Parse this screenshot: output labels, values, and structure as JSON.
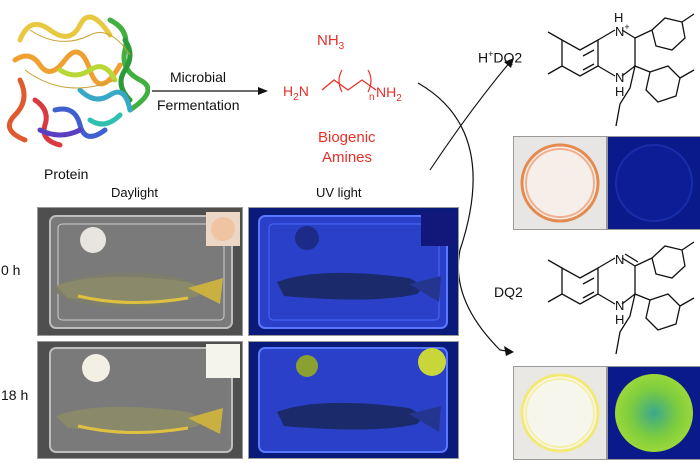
{
  "protein": {
    "label": "Protein"
  },
  "process": {
    "line1": "Microbial",
    "line2": "Fermentation"
  },
  "amines": {
    "ammonia": "NH",
    "ammonia_sub": "3",
    "diamine_left": "H",
    "diamine_left_sub": "2",
    "diamine_left_tail": "N",
    "diamine_n": "n",
    "diamine_right": "NH",
    "diamine_right_sub": "2",
    "name_line1": "Biogenic",
    "name_line2": "Amines"
  },
  "photos": {
    "daylight_label": "Daylight",
    "uv_label": "UV light",
    "row1_label": "0 h",
    "row2_label": "18 h"
  },
  "structures": {
    "protonated": {
      "name": "H",
      "name_sup": "+",
      "name_tail": "DQ2",
      "atom_top": "N",
      "atom_top_sup": "+",
      "atom_top_h": "H",
      "atom_bottom": "N",
      "atom_bottom_h": "H"
    },
    "neutral": {
      "name": "DQ2",
      "atom_top": "N",
      "atom_bottom": "N",
      "atom_bottom_h": "H"
    }
  },
  "colors": {
    "accent_red": "#e8302a",
    "tray_daylight": "#5a5a5a",
    "tray_uv": "#1a2a9a",
    "spot_orange": "#e58a4e",
    "spot_yellow": "#f1ea78",
    "spot_green": "#8fd23a",
    "uv_dark_blue": "#0a1a8a"
  }
}
